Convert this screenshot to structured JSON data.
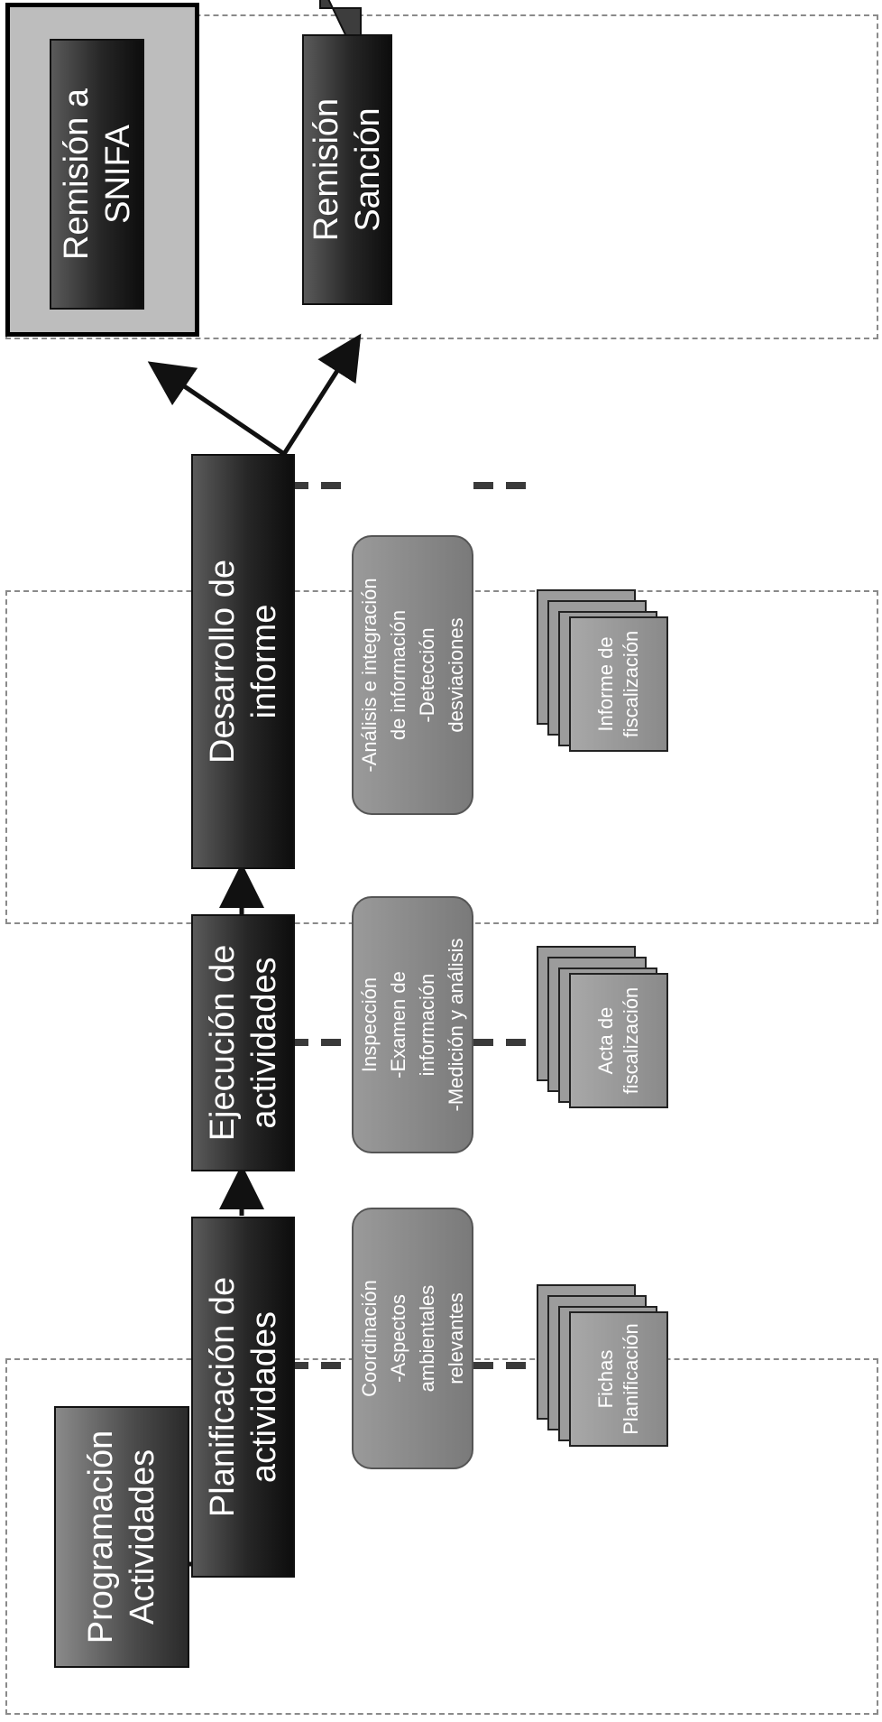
{
  "nodes": {
    "programacion": [
      "Programación",
      "Actividades"
    ],
    "planificacion": [
      "Planificación de",
      "actividades"
    ],
    "ejecucion": [
      "Ejecución de",
      "actividades"
    ],
    "desarrollo": [
      "Desarrollo de",
      "informe"
    ],
    "remision_snifa": [
      "Remisión a",
      "SNIFA"
    ],
    "remision_sancion": [
      "Remisión",
      "Sanción"
    ]
  },
  "activities": {
    "planificacion": [
      "Coordinación",
      "-Aspectos",
      "ambientales",
      "relevantes"
    ],
    "ejecucion": [
      "Inspección",
      "-Examen de",
      "información",
      "-Medición y análisis"
    ],
    "desarrollo": [
      "-Análisis e integración",
      "de información",
      "-Detección",
      "desviaciones"
    ]
  },
  "documents": {
    "planificacion": [
      "Fichas",
      "Planificación"
    ],
    "ejecucion": [
      "Acta de",
      "fiscalización"
    ],
    "desarrollo": [
      "Informe de",
      "fiscalización"
    ]
  }
}
